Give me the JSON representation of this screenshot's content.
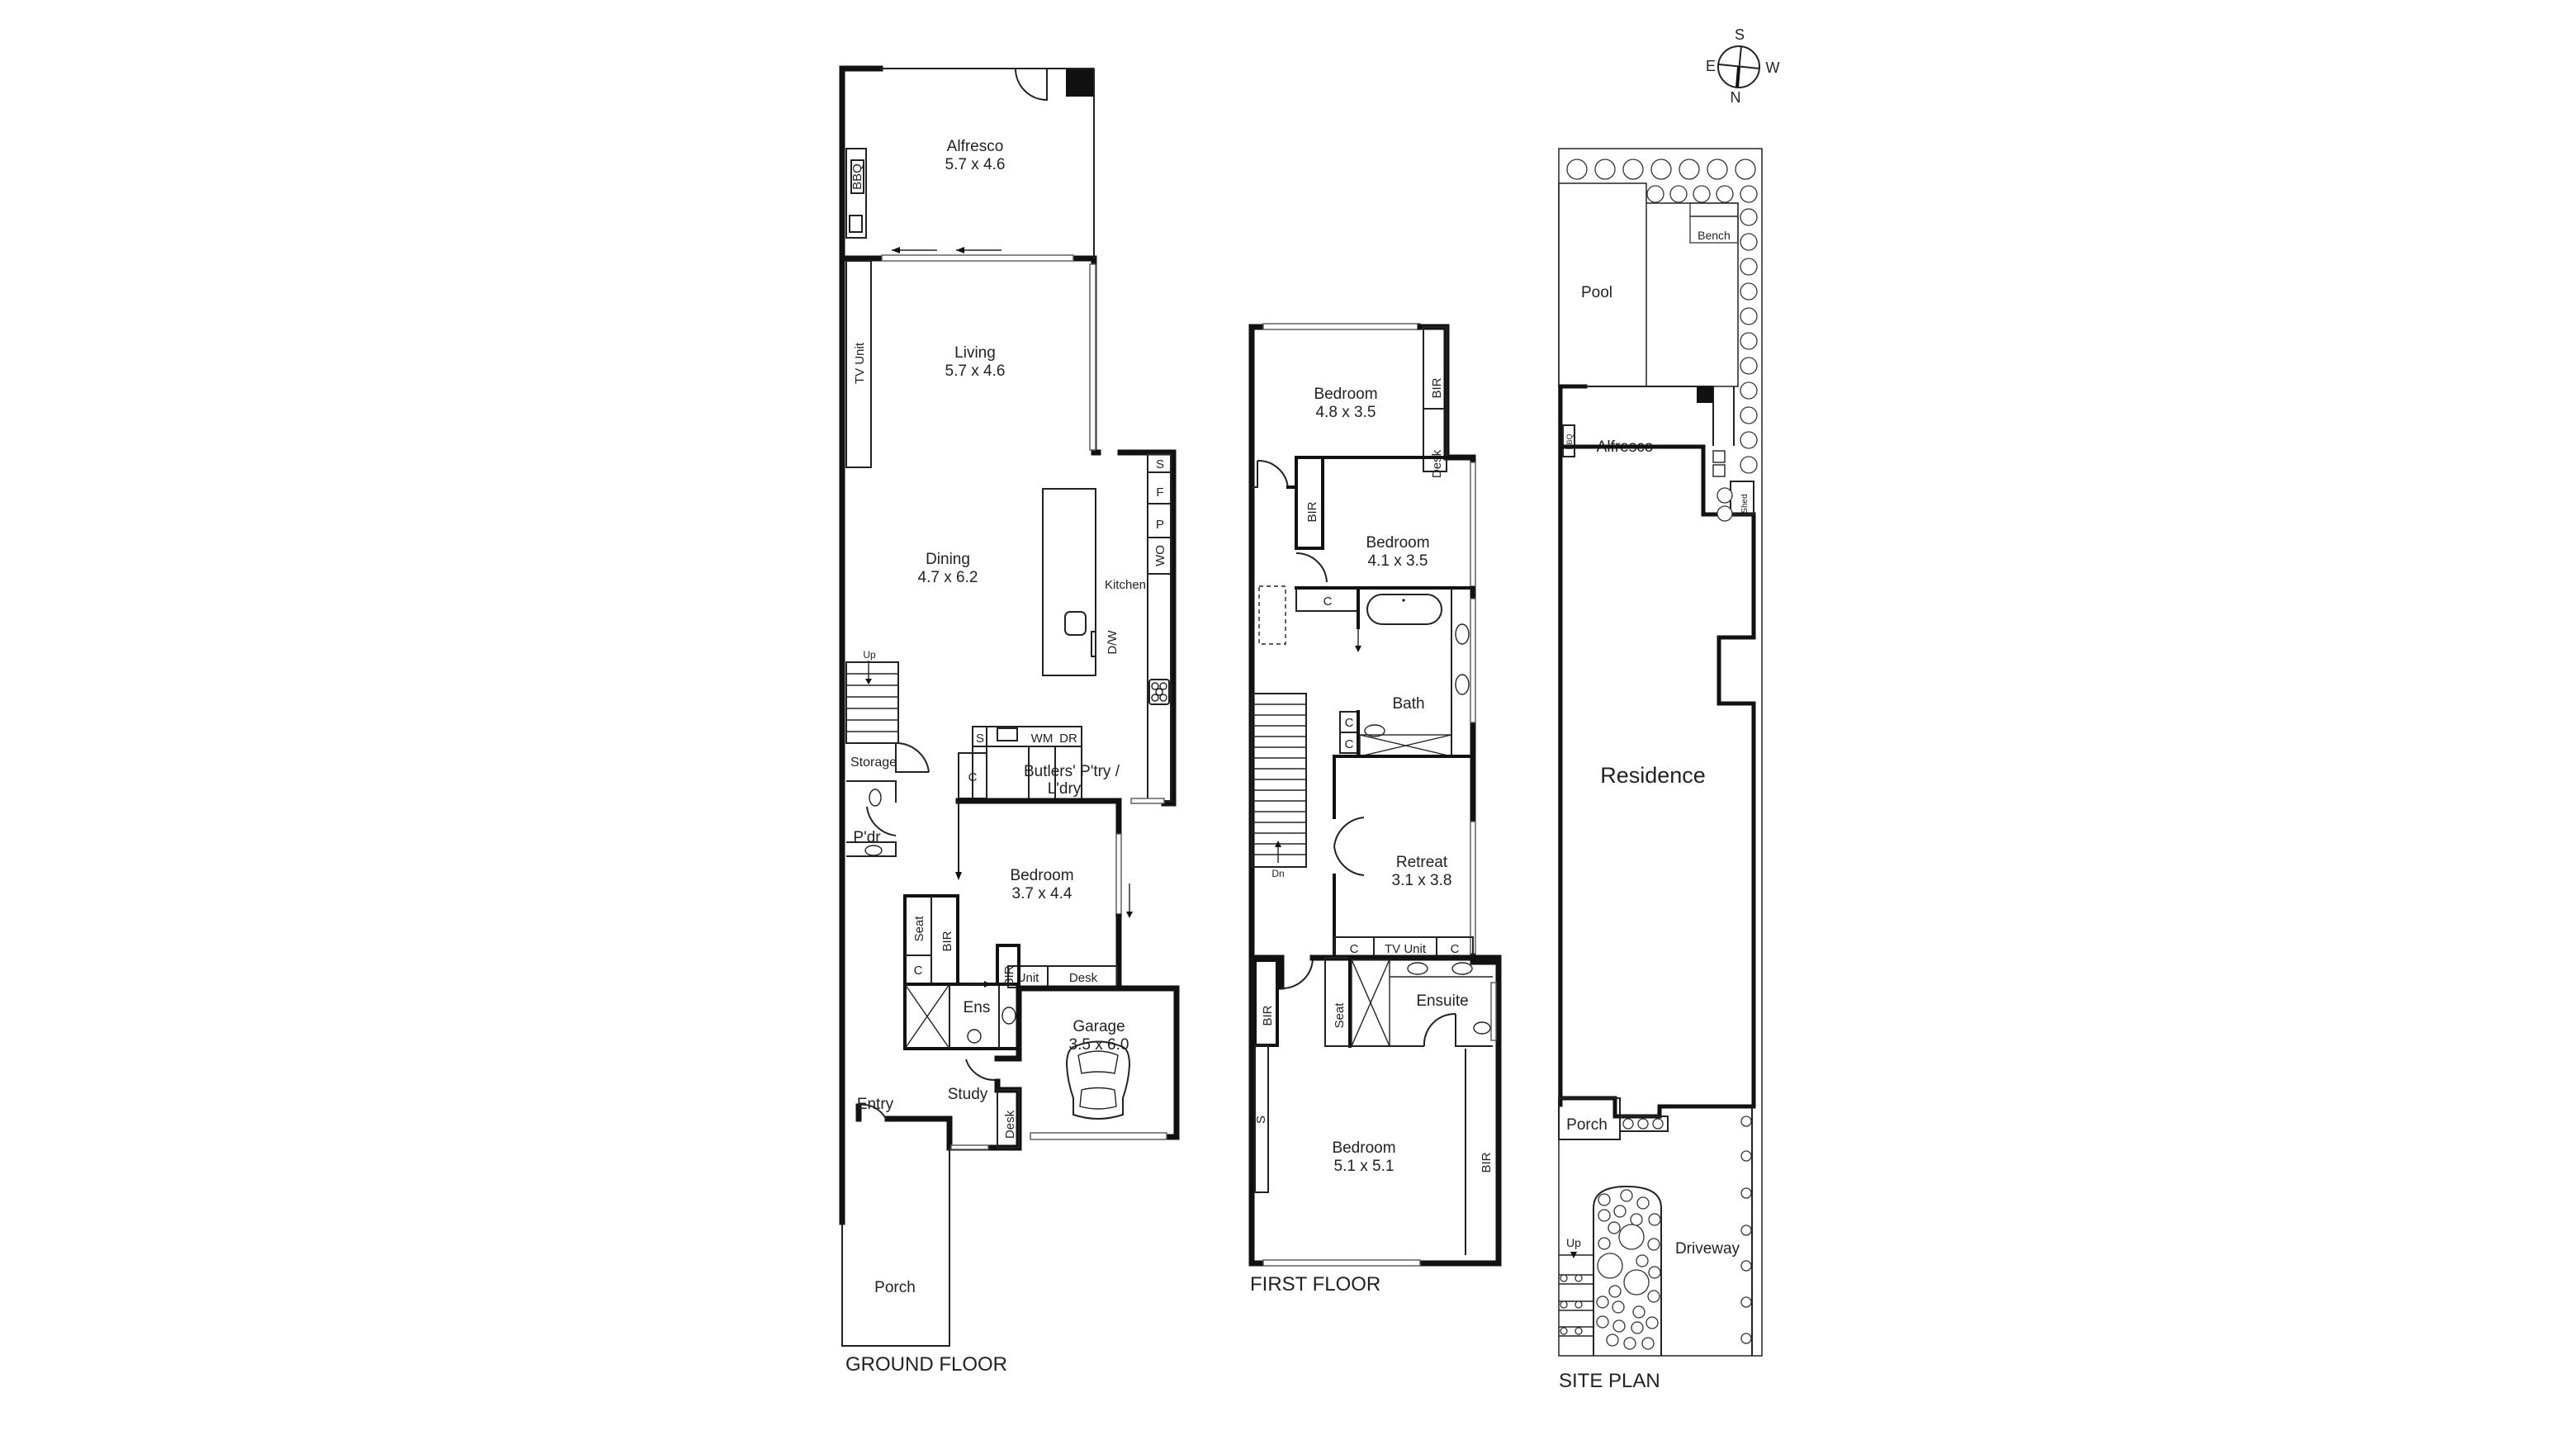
{
  "ground_floor": {
    "title": "GROUND FLOOR",
    "rooms": {
      "alfresco": {
        "name": "Alfresco",
        "dims": "5.7 x 4.6"
      },
      "living": {
        "name": "Living",
        "dims": "5.7 x 4.6"
      },
      "dining": {
        "name": "Dining",
        "dims": "4.7 x 6.2"
      },
      "kitchen": {
        "name": "Kitchen"
      },
      "butlers": {
        "name_line1": "Butlers' P'try /",
        "name_line2": "L'dry"
      },
      "bedroom": {
        "name": "Bedroom",
        "dims": "3.7 x 4.4"
      },
      "garage": {
        "name": "Garage",
        "dims": "3.5 x 6.0"
      },
      "ens": {
        "name": "Ens"
      },
      "storage": {
        "name": "Storage"
      },
      "pdr": {
        "name": "P'dr"
      },
      "entry": {
        "name": "Entry"
      },
      "study": {
        "name": "Study"
      },
      "porch": {
        "name": "Porch"
      }
    },
    "fixtures": {
      "bbq": "BBQ",
      "tv_unit": "TV Unit",
      "s": "S",
      "f": "F",
      "p": "P",
      "wo": "WO",
      "dw": "D/W",
      "wm": "WM",
      "dr": "DR",
      "c": "C",
      "seat": "Seat",
      "bir": "BIR",
      "unit": "Unit",
      "desk": "Desk",
      "up": "Up"
    }
  },
  "first_floor": {
    "title": "FIRST FLOOR",
    "rooms": {
      "bedroom1": {
        "name": "Bedroom",
        "dims": "4.8 x 3.5"
      },
      "bedroom2": {
        "name": "Bedroom",
        "dims": "4.1 x 3.5"
      },
      "bath": {
        "name": "Bath"
      },
      "retreat": {
        "name": "Retreat",
        "dims": "3.1 x 3.8"
      },
      "ensuite": {
        "name": "Ensuite"
      },
      "master": {
        "name": "Bedroom",
        "dims": "5.1 x 5.1"
      }
    },
    "fixtures": {
      "bir": "BIR",
      "desk": "Desk",
      "c": "C",
      "tv_unit": "TV Unit",
      "seat": "Seat",
      "s": "S",
      "dn": "Dn"
    }
  },
  "site_plan": {
    "title": "SITE PLAN",
    "areas": {
      "pool": "Pool",
      "bench": "Bench",
      "alfresco": "Alfresco",
      "bbq": "BBQ",
      "shed": "Shed",
      "residence": "Residence",
      "porch": "Porch",
      "driveway": "Driveway",
      "up": "Up"
    }
  },
  "compass": {
    "n": "N",
    "s": "S",
    "e": "E",
    "w": "W"
  }
}
